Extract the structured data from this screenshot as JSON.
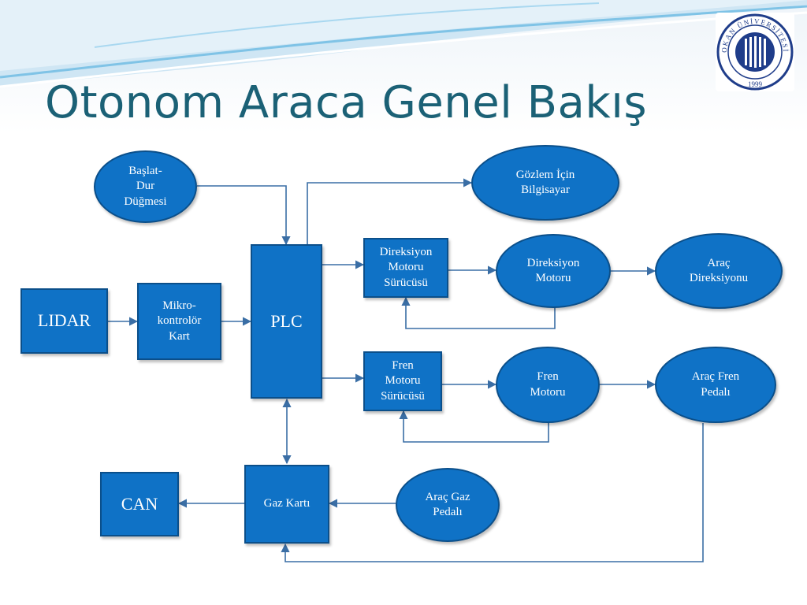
{
  "slide": {
    "title": "Otonom Araca Genel Bakış",
    "logo": {
      "text": "OKAN ÜNİVERSİTESİ",
      "year": "1999",
      "icon": "university-seal-icon"
    }
  },
  "diagram": {
    "nodes": {
      "start_stop": "Başlat-\nDur\nDüğmesi",
      "observer_pc": "Gözlem İçin\nBilgisayar",
      "lidar": "LIDAR",
      "microcontroller": "Mikro-\nkontrolör\nKart",
      "plc": "PLC",
      "steering_driver": "Direksiyon\nMotoru\nSürücüsü",
      "steering_motor": "Direksiyon\nMotoru",
      "vehicle_steering": "Araç\nDireksiyonu",
      "brake_driver": "Fren\nMotoru\nSürücüsü",
      "brake_motor": "Fren\nMotoru",
      "brake_pedal": "Araç Fren\nPedalı",
      "can": "CAN",
      "throttle_card": "Gaz Kartı",
      "throttle_pedal": "Araç Gaz\nPedalı"
    },
    "colors": {
      "node_fill": "#0f72c6",
      "node_border": "#0b4f8a",
      "connector": "#3a6ea5",
      "title": "#1b6176",
      "header_wave": "#7fc3e6"
    }
  }
}
